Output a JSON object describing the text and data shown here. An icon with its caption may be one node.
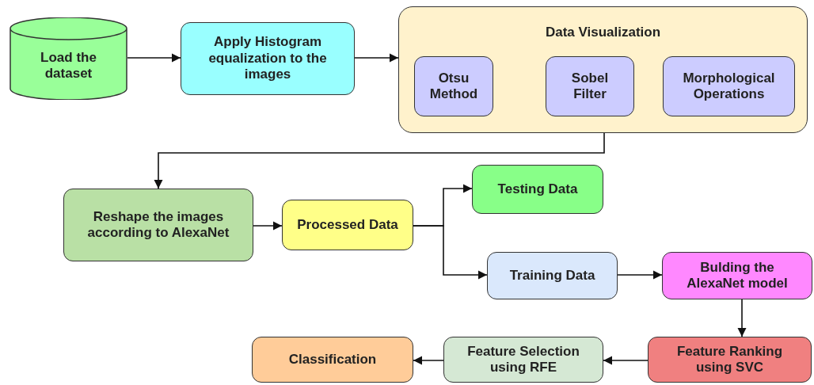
{
  "diagram": {
    "nodes": [
      {
        "text": [
          "Load the dataset"
        ]
      },
      {
        "text": [
          "Apply Histogram equalization to the images"
        ]
      },
      {
        "text": [
          "Data Visualization"
        ]
      },
      {
        "text": [
          "Otsu Method"
        ],
        "in": 2
      },
      {
        "text": [
          "Sobel Filter"
        ],
        "in": 2
      },
      {
        "text": [
          "Morphological Operations"
        ],
        "in": 2
      },
      {
        "text": [
          "Reshape the images according to AlexaNet"
        ]
      },
      {
        "text": [
          "Processed Data"
        ]
      },
      {
        "text": [
          "Testing Data"
        ]
      },
      {
        "text": [
          "Training Data"
        ]
      },
      {
        "text": [
          "Bulding the AlexaNet model"
        ]
      },
      {
        "text": [
          "Feature Ranking using SVC"
        ]
      },
      {
        "text": [
          "Feature Selection using RFE"
        ]
      },
      {
        "text": [
          "Classification"
        ]
      }
    ],
    "edges": [
      {
        "from": 0,
        "to": 1,
        "arrow": "to"
      },
      {
        "from": 1,
        "to": 2,
        "arrow": "to"
      },
      {
        "from": 2,
        "to": 6,
        "arrow": "to"
      },
      {
        "from": 6,
        "to": 7,
        "arrow": "to"
      },
      {
        "from": 7,
        "to": 8,
        "arrow": "to"
      },
      {
        "from": 7,
        "to": 9,
        "arrow": "to"
      },
      {
        "from": 9,
        "to": 10,
        "arrow": "to"
      },
      {
        "from": 10,
        "to": 11,
        "arrow": "to"
      },
      {
        "from": 11,
        "to": 12,
        "arrow": "to"
      },
      {
        "from": 12,
        "to": 13,
        "arrow": "to"
      }
    ]
  }
}
